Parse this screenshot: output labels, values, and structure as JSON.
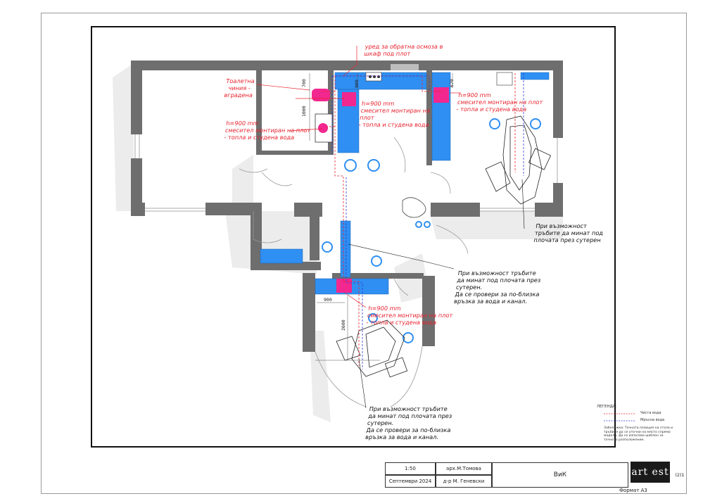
{
  "notes": {
    "osmosis": "уред за обратна осмоза в\nшкаф под плот",
    "toilet": "Тоалетна\nчиния -\nвградена",
    "mixer_small": "h=900 mm\nсмесител монтиран на плот\n- топла и студена вода",
    "mixer_center": "h=900 mm\nсмесител монтиран на\nплот\n- топла и студена вода",
    "mixer_right": "h=900 mm\nсмесител монтиран на плот\n- топла и студена вода",
    "mixer_bottom": "h=900 mm\nсмесител монтиран на плот\n- топла и студена вода",
    "pipes_right": "При възможност\nтръбите да минат под\nплочата през сутерен",
    "pipes_middle": "При възможност тръбите\nда минат под плочата през\nсутерен.\nДа се провери за по-близка\nвръзка за вода и канал.",
    "pipes_bottom": "При възможност тръбите\nда минат под плочата през\nсутерен.\nДа се провери за по-близка\nвръзка за вода и канал."
  },
  "dimensions": {
    "d700": "700",
    "d1000": "1000",
    "d900_top": "900",
    "d670": "670",
    "d900_bottom": "900",
    "d2600": "2600"
  },
  "legend": {
    "title": "ЛЕГЕНДА:",
    "clean_water": "Чиста вода",
    "waste_water": "Мръсна вода",
    "remark": "Забележка: Точната позиция на стола и тръбите да се уточни на място спрямо модела. Да се използва шаблон за точното разположение."
  },
  "colors": {
    "wall": "#6e6e6e",
    "cabinet": "#2f8ff2",
    "sink": "#f2278f",
    "red_line": "#e8232f",
    "blue_line": "#2b3fd6"
  },
  "title_block": {
    "scale": "1:50",
    "architect": "арх.М.Томова",
    "date": "Септември 2024",
    "doctor": "д-р М. Геневски",
    "sheet_title": "ВиК",
    "sheet_number": "(2)1",
    "format": "Формат А3",
    "logo": "art est"
  }
}
